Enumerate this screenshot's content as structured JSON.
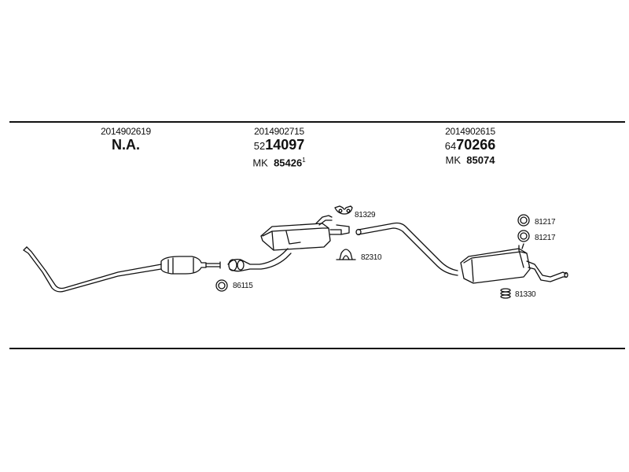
{
  "columns": [
    {
      "oe": "2014902619",
      "main": "N.A.",
      "prefix": "",
      "mk_prefix": "",
      "mk_number": "",
      "mk_sup": ""
    },
    {
      "oe": "2014902715",
      "main": "14097",
      "prefix": "52",
      "mk_prefix": "MK",
      "mk_number": "85426",
      "mk_sup": "1"
    },
    {
      "oe": "2014902615",
      "main": "70266",
      "prefix": "64",
      "mk_prefix": "MK",
      "mk_number": "85074",
      "mk_sup": ""
    }
  ],
  "parts": {
    "hanger_top": "81329",
    "clamp": "82310",
    "ring_left": "86115",
    "ring_right_1": "81217",
    "ring_right_2": "81217",
    "rubber_stack": "81330"
  },
  "colors": {
    "line": "#111111",
    "background": "#ffffff"
  }
}
